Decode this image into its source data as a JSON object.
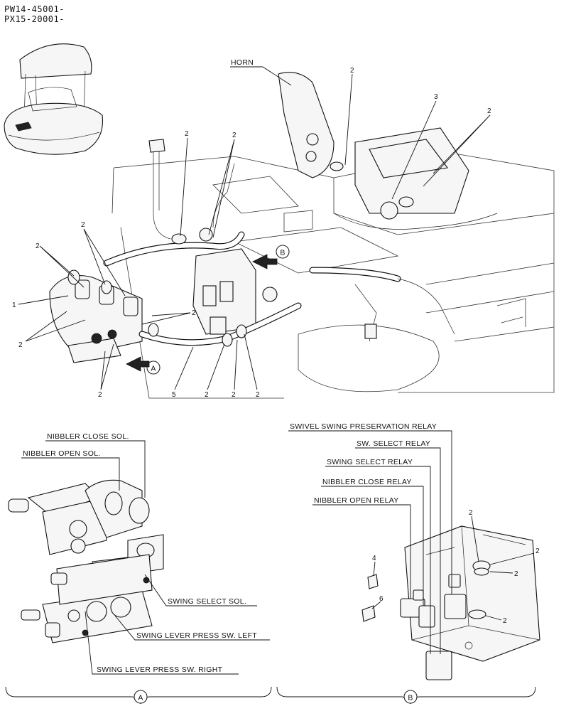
{
  "header": {
    "serial_1": "PW14-45001-",
    "serial_2": "PX15-20001-"
  },
  "main_view": {
    "label_horn": "HORN",
    "callout_1": "1",
    "callout_2": "2",
    "callout_3": "3",
    "callout_5": "5",
    "view_a": "A",
    "view_b": "B"
  },
  "detail_a": {
    "nibbler_close_sol": "NIBBLER CLOSE SOL.",
    "nibbler_open_sol": "NIBBLER OPEN SOL.",
    "swing_select_sol": "SWING SELECT SOL.",
    "swing_lever_press_sw_left": "SWING LEVER PRESS SW. LEFT",
    "swing_lever_press_sw_right": "SWING LEVER PRESS SW. RIGHT",
    "footer_letter": "A"
  },
  "detail_b": {
    "swivel_swing_preservation_relay": "SWIVEL SWING PRESERVATION RELAY",
    "sw_select_relay": "SW. SELECT RELAY",
    "swing_select_relay": "SWING SELECT RELAY",
    "nibbler_close_relay": "NIBBLER CLOSE RELAY",
    "nibbler_open_relay": "NIBBLER OPEN RELAY",
    "callout_2": "2",
    "callout_4": "4",
    "callout_6": "6",
    "footer_letter": "B"
  }
}
